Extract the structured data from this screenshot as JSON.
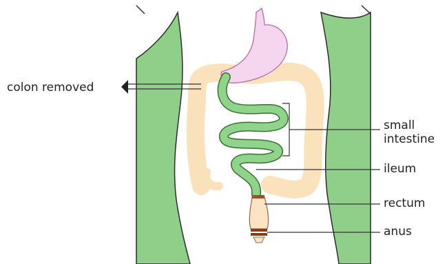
{
  "labels": {
    "colon_removed": "colon removed",
    "small_intestine": "small intestine",
    "ileum": "ileum",
    "rectum": "rectum",
    "anus": "anus"
  },
  "colors": {
    "body_wall": "#8fcf8a",
    "colon": "#f8ddb0",
    "small_intestine": "#8fd48a",
    "stomach": "#f4d6ee",
    "rectum": "#fbe3c4",
    "anus_band": "#8b3a1a",
    "leader_line": "#333333"
  }
}
